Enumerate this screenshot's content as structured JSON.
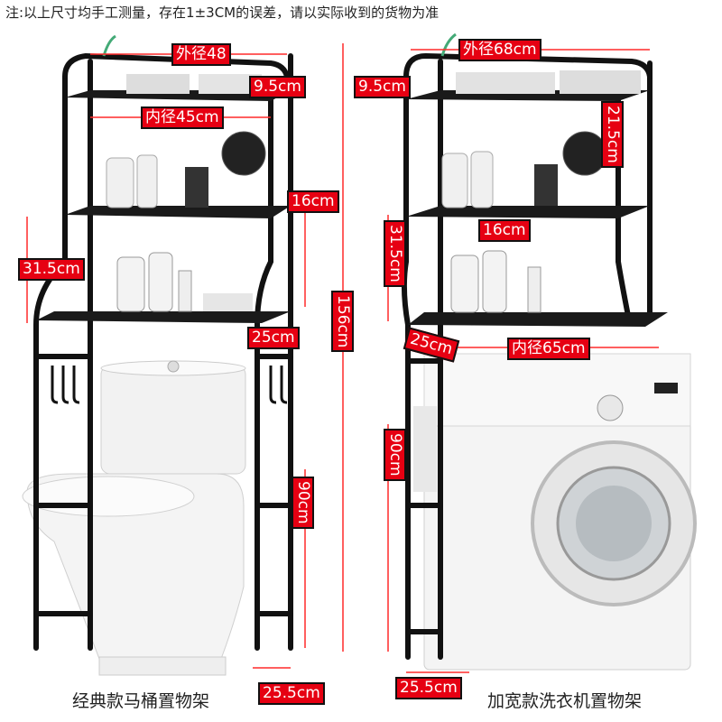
{
  "note": "注:以上尺寸均手工测量，存在1±3CM的误差，请以实际收到的货物为准",
  "left_product": {
    "caption": "经典款马桶置物架",
    "labels": {
      "outer_width": "外径48",
      "top_gap": "9.5cm",
      "inner_width": "内径45cm",
      "mid_gap": "16cm",
      "side_gap": "31.5cm",
      "depth": "25cm",
      "total_height": "156cm",
      "bottom_height": "90cm",
      "base_depth": "25.5cm"
    }
  },
  "right_product": {
    "caption": "加宽款洗衣机置物架",
    "labels": {
      "outer_width": "外径68cm",
      "top_gap": "9.5cm",
      "shelf_gap": "21.5cm",
      "mid_gap": "16cm",
      "side_gap": "31.5cm",
      "depth": "25cm",
      "inner_width": "内径65cm",
      "bottom_height": "90cm",
      "base_depth": "25.5cm"
    }
  },
  "colors": {
    "label_bg": "#e60012",
    "frame": "#111111",
    "dim_line": "#ff2a2a"
  }
}
